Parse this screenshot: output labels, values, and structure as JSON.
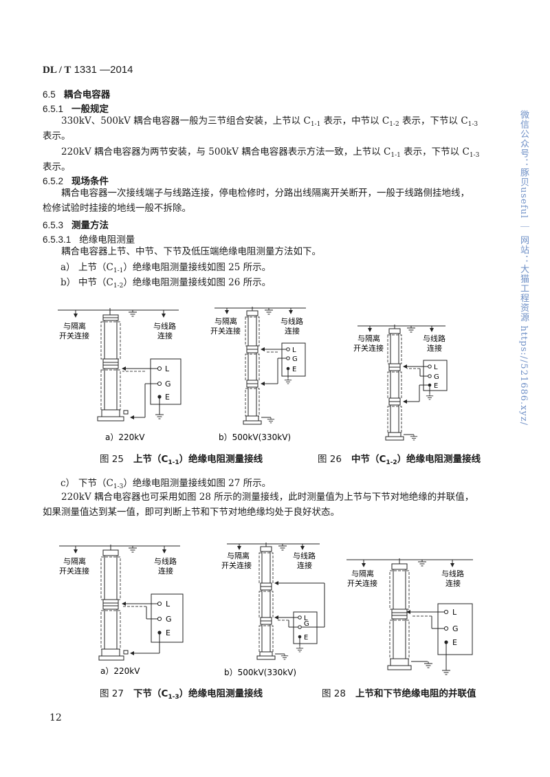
{
  "header": {
    "standard_prefix": "DL / T",
    "standard_number": "1331 —2014"
  },
  "sections": {
    "s65": {
      "num": "6.5",
      "title": "耦合电容器"
    },
    "s651": {
      "num": "6.5.1",
      "title": "一般规定"
    },
    "p1_a": "330kV、500kV 耦合电容器一般为三节组合安装，上节以 C",
    "p1_sub1": "1-1",
    "p1_b": " 表示，中节以 C",
    "p1_sub2": "1-2",
    "p1_c": " 表示，下节以 C",
    "p1_sub3": "1-3",
    "p1_d": "表示。",
    "p2_a": "220kV 耦合电容器为两节安装，与 500kV 耦合电容器表示方法一致，上节以 C",
    "p2_sub1": "1-1",
    "p2_b": " 表示，下节以 C",
    "p2_sub2": "1-3",
    "p2_c": "表示。",
    "s652": {
      "num": "6.5.2",
      "title": "现场条件"
    },
    "p3": "耦合电容器一次接线端子与线路连接，停电检修时，分路出线隔离开关断开，一般于线路侧挂地线，",
    "p3b": "检修试验时挂接的地线一般不拆除。",
    "s653": {
      "num": "6.5.3",
      "title": "测量方法"
    },
    "s6531": {
      "num": "6.5.3.1",
      "title": "绝缘电阻测量"
    },
    "p4": "耦合电容器上节、中节、下节及低压端绝缘电阻测量方法如下。",
    "items": [
      {
        "label": "a）",
        "pre": "上节（C",
        "sub": "1-1",
        "post": "）绝缘电阻测量接线如图 25 所示。"
      },
      {
        "label": "b）",
        "pre": "中节（C",
        "sub": "1-2",
        "post": "）绝缘电阻测量接线如图 26 所示。"
      },
      {
        "label": "c）",
        "pre": "下节（C",
        "sub": "1-3",
        "post": "）绝缘电阻测量接线如图 27 所示。"
      }
    ],
    "p5": "220kV 耦合电容器也可采用如图 28 所示的测量接线，此时测量值为上节与下节对地绝缘的并联值，",
    "p5b": "如果测量值达到某一值，即可判断上节和下节对地绝缘均处于良好状态。"
  },
  "diagram_labels": {
    "isolator": [
      "与隔离",
      "开关连接"
    ],
    "line": [
      "与线路",
      "连接"
    ],
    "terminals": [
      "L",
      "G",
      "E"
    ]
  },
  "figures": {
    "fig25": {
      "num": "图 25",
      "pre": "上节（C",
      "sub": "1-1",
      "post": "）绝缘电阻测量接线",
      "sub_a": "a）220kV",
      "sub_b": "b）500kV(330kV)"
    },
    "fig26": {
      "num": "图 26",
      "pre": "中节（C",
      "sub": "1-2",
      "post": "）绝缘电阻测量接线"
    },
    "fig27": {
      "num": "图 27",
      "pre": "下节（C",
      "sub": "1-3",
      "post": "）绝缘电阻测量接线",
      "sub_a": "a）220kV",
      "sub_b": "b）500kV(330kV)"
    },
    "fig28": {
      "num": "图 28",
      "title": "上节和下节绝缘电阻的并联值"
    }
  },
  "watermark": "微信公众号：豚贝useful ｜ 网站：大猫工程资源 https://521686.xyz/",
  "page_number": "12"
}
